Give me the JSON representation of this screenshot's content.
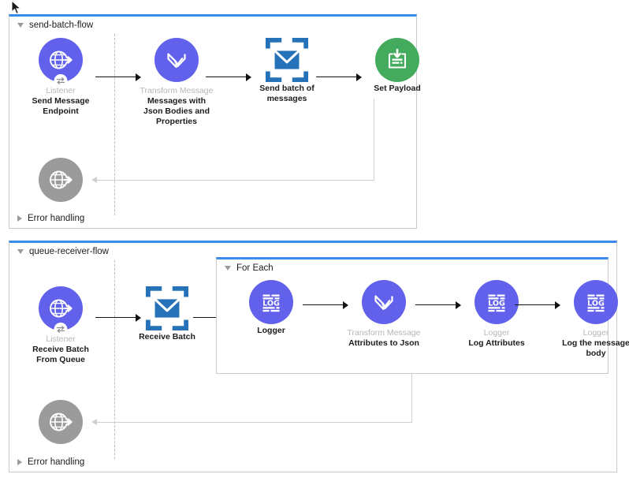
{
  "app": {
    "title": "Mule Flow Designer Canvas",
    "background": "#ffffff",
    "accent_blue": "#3b8beb",
    "node_purple": "#6161ec",
    "node_green": "#44ab5e",
    "node_gray": "#9b9b9b",
    "envelope_blue": "#2672b9",
    "type_label_color": "#b6b6b6"
  },
  "flows": [
    {
      "id": "send-batch-flow",
      "name": "send-batch-flow",
      "disclosure": "triangle-down",
      "footer": {
        "label": "Error handling",
        "disclosure": "triangle-right"
      },
      "nodes": [
        {
          "icon": "globe-listener-icon",
          "shape": "circle",
          "color": "#6161ec",
          "type_label": "Listener",
          "name_label": "Send Message\nEndpoint",
          "name_lines": [
            "Send Message",
            "Endpoint"
          ]
        },
        {
          "icon": "transform-message-icon",
          "shape": "circle",
          "color": "#6161ec",
          "type_label": "Transform Message",
          "name_label": "Messages with Json Bodies and Properties",
          "name_lines": [
            "Messages with",
            "Json Bodies and",
            "Properties"
          ]
        },
        {
          "icon": "envelope-bracket-icon",
          "shape": "plain",
          "color": "#2672b9",
          "type_label": "",
          "name_label": "Send batch of messages",
          "name_lines": [
            "Send batch of",
            "messages"
          ]
        },
        {
          "icon": "set-payload-icon",
          "shape": "circle",
          "color": "#44ab5e",
          "type_label": "",
          "name_label": "Set Payload",
          "name_lines": [
            "Set Payload"
          ]
        }
      ],
      "error_node": {
        "icon": "globe-listener-icon",
        "shape": "circle",
        "color": "#9b9b9b",
        "type_label": "",
        "name_label": "",
        "name_lines": []
      }
    },
    {
      "id": "queue-receiver-flow",
      "name": "queue-receiver-flow",
      "disclosure": "triangle-down",
      "footer": {
        "label": "Error handling",
        "disclosure": "triangle-right"
      },
      "nodes": [
        {
          "icon": "globe-listener-icon",
          "shape": "circle",
          "color": "#6161ec",
          "type_label": "Listener",
          "name_label": "Receive Batch From Queue",
          "name_lines": [
            "Receive Batch",
            "From Queue"
          ]
        },
        {
          "icon": "envelope-bracket-icon",
          "shape": "plain",
          "color": "#2672b9",
          "type_label": "",
          "name_label": "Receive Batch",
          "name_lines": [
            "Receive Batch"
          ]
        }
      ],
      "scope": {
        "name": "For Each",
        "disclosure": "triangle-down",
        "nodes": [
          {
            "icon": "logger-icon",
            "shape": "circle",
            "color": "#6161ec",
            "type_label": "",
            "name_label": "Logger",
            "name_lines": [
              "Logger"
            ]
          },
          {
            "icon": "transform-message-icon",
            "shape": "circle",
            "color": "#6161ec",
            "type_label": "Transform Message",
            "name_label": "Attributes to Json",
            "name_lines": [
              "Attributes to Json"
            ]
          },
          {
            "icon": "logger-icon",
            "shape": "circle",
            "color": "#6161ec",
            "type_label": "Logger",
            "name_label": "Log Attributes",
            "name_lines": [
              "Log Attributes"
            ]
          },
          {
            "icon": "logger-icon",
            "shape": "circle",
            "color": "#6161ec",
            "type_label": "Logger",
            "name_label": "Log the message body",
            "name_lines": [
              "Log the message",
              "body"
            ]
          }
        ]
      },
      "error_node": {
        "icon": "globe-listener-icon",
        "shape": "circle",
        "color": "#9b9b9b",
        "type_label": "",
        "name_label": "",
        "name_lines": []
      }
    }
  ]
}
